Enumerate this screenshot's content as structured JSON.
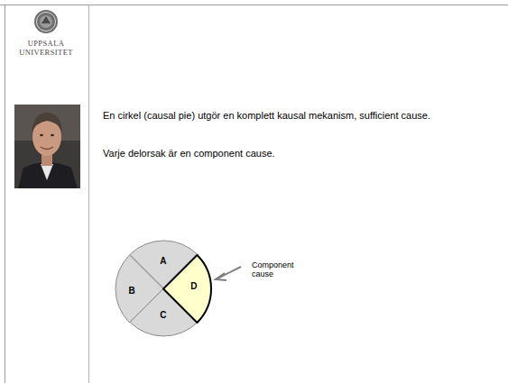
{
  "diagram": {
    "nodes": [
      {
        "text": [
          "A"
        ]
      },
      {
        "text": [
          "B"
        ]
      },
      {
        "text": [
          "D"
        ]
      },
      {
        "text": [
          "C"
        ]
      }
    ],
    "labels": [
      "UPPSALA UNIVERSITET",
      "En cirkel (causal pie) utgör en komplett kausal mekanism, sufficient cause.",
      "Varje delorsak är en component cause.",
      "Component cause"
    ]
  }
}
